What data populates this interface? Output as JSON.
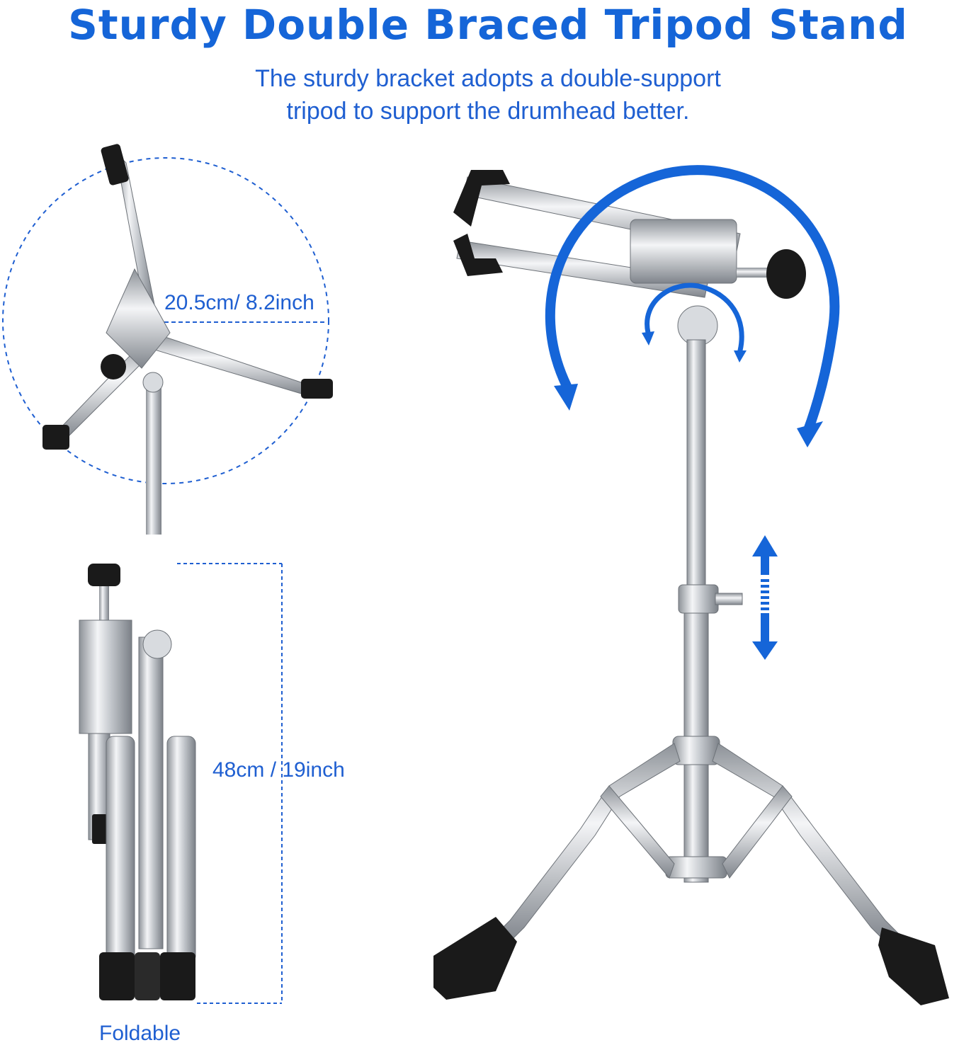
{
  "title": "Sturdy Double Braced Tripod Stand",
  "subtitle": {
    "line1": "The sturdy bracket adopts a double-support",
    "line2": "tripod to support the drumhead better."
  },
  "labels": {
    "width": "20.5cm/ 8.2inch",
    "height": "48cm / 19inch",
    "foldable": "Foldable"
  },
  "colors": {
    "accent": "#1565d8",
    "chrome": "#c9ccd1",
    "rubber": "#1a1a1a"
  },
  "icons": {
    "tilt": "tilt-arrow-icon",
    "swivel": "swivel-arrow-icon",
    "height": "height-adjust-arrow-icon"
  }
}
